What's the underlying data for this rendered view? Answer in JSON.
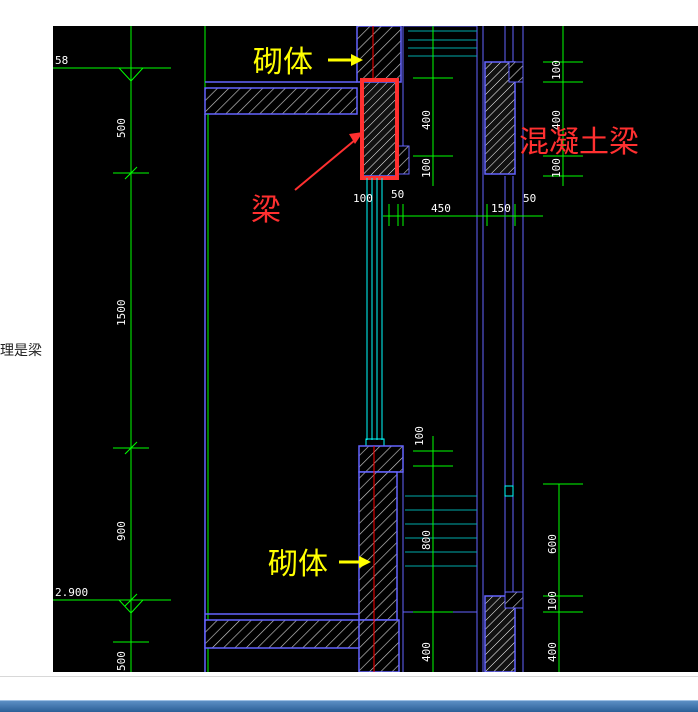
{
  "page": {
    "left_snippet": "理是梁"
  },
  "drawing": {
    "labels": {
      "masonry_top": "砌体",
      "masonry_bottom": "砌体",
      "beam": "梁",
      "concrete_beam": "混凝土梁"
    },
    "elevations": {
      "top": "58",
      "bottom": "2.900"
    },
    "left_dimensions": [
      "500",
      "1500",
      "900",
      "500"
    ],
    "horizontal_dimensions": [
      "100",
      "50",
      "450",
      "150",
      "50"
    ],
    "right_dimensions_top": [
      "400",
      "100",
      "100",
      "400",
      "100"
    ],
    "mid_dimensions": [
      "100",
      "800",
      "400"
    ],
    "far_right_dimensions": [
      "600",
      "100",
      "400"
    ]
  },
  "colors": {
    "background": "#000000",
    "green_line": "#00ff00",
    "blue_line": "#6464ff",
    "cyan_line": "#00ffff",
    "red_line": "#ff0000",
    "yellow_label": "#ffff00",
    "red_label": "#ff3030",
    "white": "#ffffff"
  }
}
